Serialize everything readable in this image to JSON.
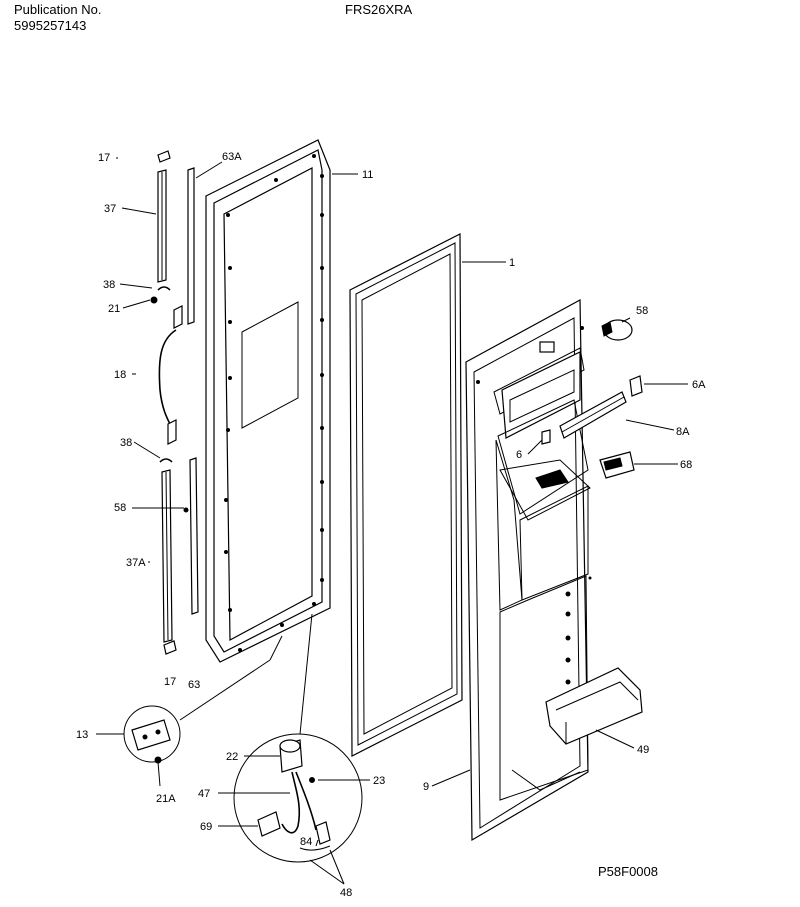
{
  "header": {
    "publication_label": "Publication No.",
    "publication_number": "5995257143",
    "model": "FRS26XRA"
  },
  "figure_code": "P58F0008",
  "callouts": {
    "c17_top": "17",
    "c63A": "63A",
    "c11": "11",
    "c37": "37",
    "c38_top": "38",
    "c21": "21",
    "c18": "18",
    "c38_bot": "38",
    "c58_left": "58",
    "c37A": "37A",
    "c17_bot": "17",
    "c63": "63",
    "c1": "1",
    "c58_right": "58",
    "c6A": "6A",
    "c8A": "8A",
    "c6": "6",
    "c68": "68",
    "c49": "49",
    "c9": "9",
    "c13": "13",
    "c21A": "21A",
    "c22": "22",
    "c23": "23",
    "c47": "47",
    "c69": "69",
    "c84": "84",
    "c48": "48"
  }
}
